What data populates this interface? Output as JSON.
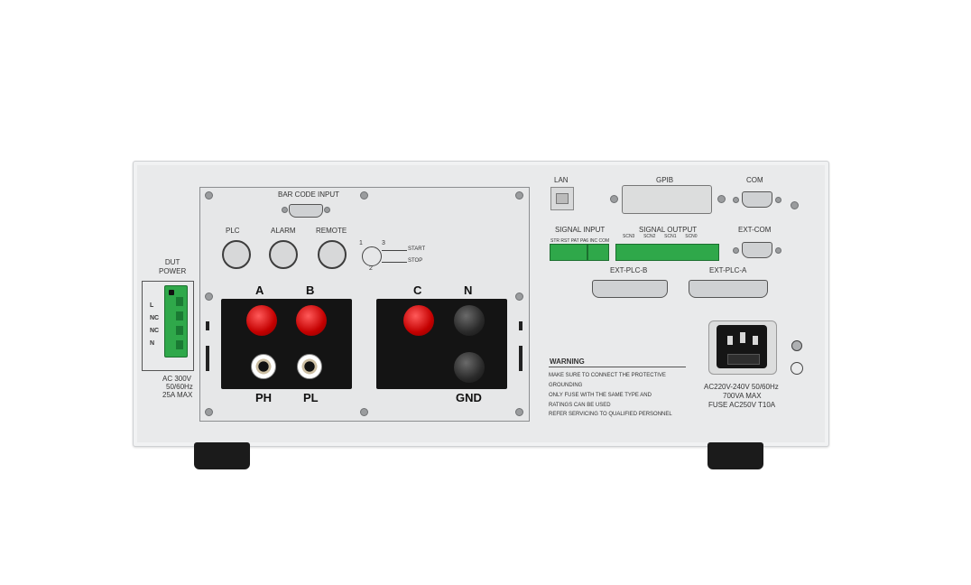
{
  "left_panel": {
    "dut_power": "DUT\nPOWER",
    "terminal_labels": [
      "L",
      "NC",
      "NC",
      "N"
    ],
    "rating": [
      "AC 300V",
      "50/60Hz",
      "25A MAX"
    ]
  },
  "inset_panel": {
    "bar_code": "BAR CODE INPUT",
    "plc": "PLC",
    "alarm": "ALARM",
    "remote": "REMOTE",
    "switch_1": "1",
    "switch_2": "2",
    "switch_3": "3",
    "start": "START",
    "stop": "STOP",
    "a": "A",
    "b": "B",
    "c": "C",
    "n": "N",
    "ph": "PH",
    "pl": "PL",
    "gnd": "GND"
  },
  "right_panel": {
    "lan": "LAN",
    "gpib": "GPIB",
    "com": "COM",
    "signal_input": "SIGNAL INPUT",
    "signal_output": "SIGNAL OUTPUT",
    "ext_com": "EXT-COM",
    "ext_plc_b": "EXT-PLC-B",
    "ext_plc_a": "EXT-PLC-A",
    "input_pins": [
      "STR",
      "RST",
      "PAT",
      "PA6",
      "INC",
      "COM"
    ],
    "output_pins": [
      "SCN3",
      "SCN2",
      "SCN1",
      "SCN0"
    ],
    "warning_title": "WARNING",
    "warning_lines": [
      "MAKE SURE TO CONNECT  THE PROTECTIVE",
      "GROUNDING",
      "ONLY FUSE WITH THE SAME TYPE AND",
      "RATINGS CAN BE USED",
      "REFER SERVICING TO QUALIFIED PERSONNEL"
    ],
    "power_rating": [
      "AC220V-240V 50/60Hz",
      "700VA MAX",
      "FUSE AC250V T10A"
    ]
  },
  "colors": {
    "chassis": "#e9eaeb",
    "terminal_red": "#d10000",
    "terminal_green": "#2fa84a"
  }
}
